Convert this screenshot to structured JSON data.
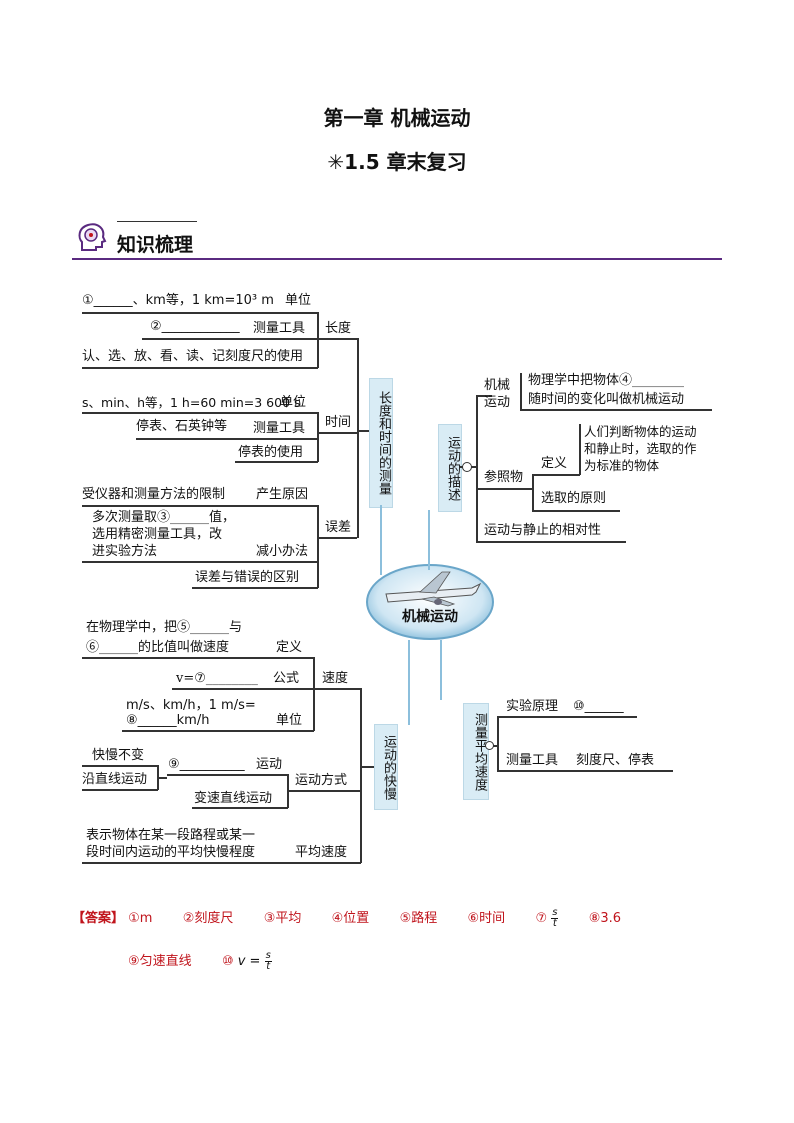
{
  "header": {
    "chapter_title": "第一章 机械运动",
    "section_title": "✳1.5  章末复习"
  },
  "section": {
    "label": "知识梳理",
    "icon": "head-brain-icon"
  },
  "map": {
    "center": "机械运动",
    "branches": {
      "length_measure": "长度和时间的测量",
      "motion_desc": "运动的描述",
      "motion_speed": "运动的快慢",
      "avg_speed_measure": "测量平均速度"
    },
    "length": {
      "node": "长度",
      "unit_text": "①______、km等，1 km=10³ m",
      "unit_label": "单位",
      "tool_text": "②____________",
      "tool_label": "测量工具",
      "use_text": "认、选、放、看、读、记",
      "use_label": "刻度尺的使用"
    },
    "time": {
      "node": "时间",
      "unit_text": "s、min、h等，1 h=60 min=3 600 s",
      "unit_label": "单位",
      "tool_text": "停表、石英钟等",
      "tool_label": "测量工具",
      "use_label": "停表的使用"
    },
    "error": {
      "node": "误差",
      "cause_text": "受仪器和测量方法的限制",
      "cause_label": "产生原因",
      "reduce_line1": "多次测量取③______值，",
      "reduce_line2": "选用精密测量工具，改",
      "reduce_line3": "进实验方法",
      "reduce_label": "减小办法",
      "diff_label": "误差与错误的区别"
    },
    "mech": {
      "node": "机械运动",
      "text1": "物理学中把物体④________",
      "text2": "随时间的变化叫做机械运动"
    },
    "reference": {
      "node": "参照物",
      "def_label": "定义",
      "def_line1": "人们判断物体的运动",
      "def_line2": "和静止时，选取的作",
      "def_line3": "为标准的物体",
      "choose_label": "选取的原则"
    },
    "relativity": "运动与静止的相对性",
    "speed": {
      "node": "速度",
      "def_line1": "在物理学中，把⑤______与",
      "def_line2": "⑥______的比值叫做速度",
      "def_label": "定义",
      "formula_text": "v=⑦________",
      "formula_label": "公式",
      "unit_line1": "m/s、km/h，1 m/s=",
      "unit_line2": "⑧______km/h",
      "unit_label": "单位"
    },
    "motion_mode": {
      "node": "运动方式",
      "left1": "快慢不变",
      "left2": "沿直线运动",
      "mid_text": "⑨__________",
      "mid_label": "运动",
      "bottom_label": "变速直线运动"
    },
    "avg_speed": {
      "node": "平均速度",
      "line1": "表示物体在某一段路程或某一",
      "line2": "段时间内运动的平均快慢程度"
    },
    "experiment": {
      "principle_label": "实验原理",
      "principle_blank": "⑩______",
      "tool_label": "测量工具",
      "tool_text": "刻度尺、停表"
    }
  },
  "answers": {
    "label": "【答案】",
    "a1": "①m",
    "a2": "②刻度尺",
    "a3": "③平均",
    "a4": "④位置",
    "a5": "⑤路程",
    "a6": "⑥时间",
    "a7": "⑦",
    "a7_num": "s",
    "a7_den": "t",
    "a8": "⑧3.6",
    "a9": "⑨匀速直线",
    "a10": "⑩",
    "a10_expr": "v =",
    "a10_num": "s",
    "a10_den": "t"
  },
  "colors": {
    "accent": "#5a2a80",
    "answer_red": "#c0141c",
    "box_blue": "#d9ecf5"
  }
}
